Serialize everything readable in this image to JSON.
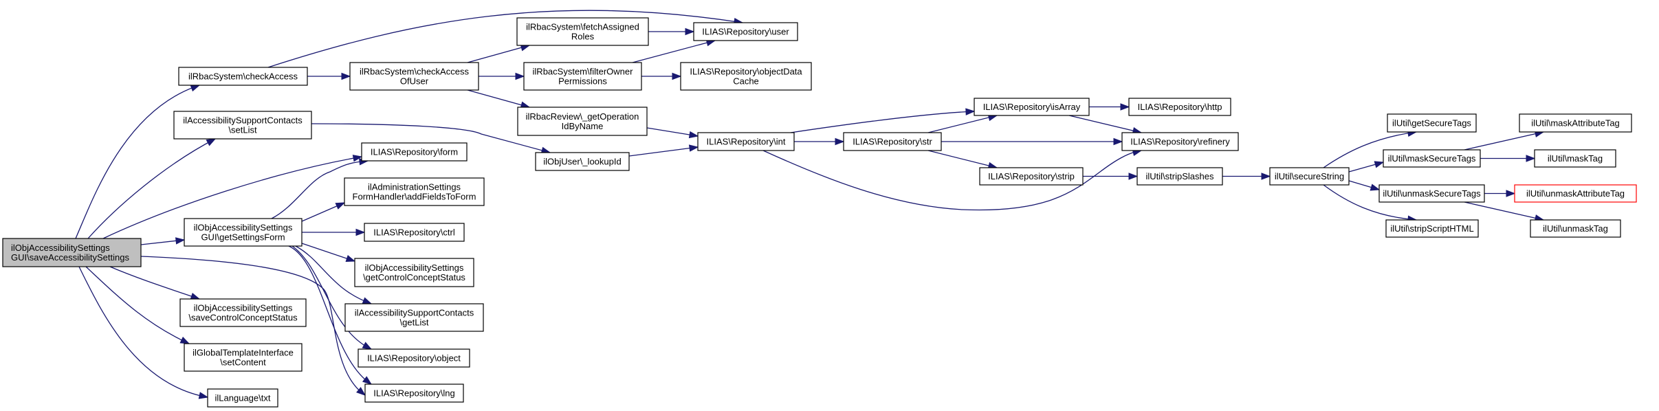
{
  "colors": {
    "edge": "#191970",
    "node_border": "#000000",
    "root_fill": "#bfbfbf",
    "missing_border": "#ff0000",
    "background": "#ffffff"
  },
  "nodes": [
    {
      "id": "root",
      "lines": [
        "ilObjAccessibilitySettings",
        "GUI\\saveAccessibilitySettings"
      ],
      "kind": "root",
      "align": "left"
    },
    {
      "id": "checkAccess",
      "lines": [
        "ilRbacSystem\\checkAccess"
      ]
    },
    {
      "id": "setList",
      "lines": [
        "ilAccessibilitySupportContacts",
        "\\setList"
      ]
    },
    {
      "id": "getSettingsForm",
      "lines": [
        "ilObjAccessibilitySettings",
        "GUI\\getSettingsForm"
      ]
    },
    {
      "id": "saveControlConceptStatus",
      "lines": [
        "ilObjAccessibilitySettings",
        "\\saveControlConceptStatus"
      ]
    },
    {
      "id": "setContent",
      "lines": [
        "ilGlobalTemplateInterface",
        "\\setContent"
      ]
    },
    {
      "id": "txt",
      "lines": [
        "ilLanguage\\txt"
      ]
    },
    {
      "id": "checkAccessOfUser",
      "lines": [
        "ilRbacSystem\\checkAccess",
        "OfUser"
      ]
    },
    {
      "id": "fetchAssignedRoles",
      "lines": [
        "ilRbacSystem\\fetchAssigned",
        "Roles"
      ]
    },
    {
      "id": "filterOwnerPermissions",
      "lines": [
        "ilRbacSystem\\filterOwner",
        "Permissions"
      ]
    },
    {
      "id": "getOperationIdByName",
      "lines": [
        "ilRbacReview\\_getOperation",
        "IdByName"
      ]
    },
    {
      "id": "lookupId",
      "lines": [
        "ilObjUser\\_lookupId"
      ]
    },
    {
      "id": "form",
      "lines": [
        "ILIAS\\Repository\\form"
      ]
    },
    {
      "id": "addFieldsToForm",
      "lines": [
        "ilAdministrationSettings",
        "FormHandler\\addFieldsToForm"
      ]
    },
    {
      "id": "ctrl",
      "lines": [
        "ILIAS\\Repository\\ctrl"
      ]
    },
    {
      "id": "getControlConceptStatus",
      "lines": [
        "ilObjAccessibilitySettings",
        "\\getControlConceptStatus"
      ]
    },
    {
      "id": "getList",
      "lines": [
        "ilAccessibilitySupportContacts",
        "\\getList"
      ]
    },
    {
      "id": "object",
      "lines": [
        "ILIAS\\Repository\\object"
      ]
    },
    {
      "id": "lng",
      "lines": [
        "ILIAS\\Repository\\lng"
      ]
    },
    {
      "id": "user",
      "lines": [
        "ILIAS\\Repository\\user"
      ]
    },
    {
      "id": "objectDataCache",
      "lines": [
        "ILIAS\\Repository\\objectData",
        "Cache"
      ]
    },
    {
      "id": "int",
      "lines": [
        "ILIAS\\Repository\\int"
      ]
    },
    {
      "id": "str",
      "lines": [
        "ILIAS\\Repository\\str"
      ]
    },
    {
      "id": "isArray",
      "lines": [
        "ILIAS\\Repository\\isArray"
      ]
    },
    {
      "id": "http",
      "lines": [
        "ILIAS\\Repository\\http"
      ]
    },
    {
      "id": "refinery",
      "lines": [
        "ILIAS\\Repository\\refinery"
      ]
    },
    {
      "id": "strip",
      "lines": [
        "ILIAS\\Repository\\strip"
      ]
    },
    {
      "id": "stripSlashes",
      "lines": [
        "ilUtil\\stripSlashes"
      ]
    },
    {
      "id": "secureString",
      "lines": [
        "ilUtil\\secureString"
      ]
    },
    {
      "id": "getSecureTags",
      "lines": [
        "ilUtil\\getSecureTags"
      ]
    },
    {
      "id": "maskSecureTags",
      "lines": [
        "ilUtil\\maskSecureTags"
      ]
    },
    {
      "id": "unmaskSecureTags",
      "lines": [
        "ilUtil\\unmaskSecureTags"
      ]
    },
    {
      "id": "stripScriptHTML",
      "lines": [
        "ilUtil\\stripScriptHTML"
      ]
    },
    {
      "id": "maskAttributeTag",
      "lines": [
        "ilUtil\\maskAttributeTag"
      ]
    },
    {
      "id": "maskTag",
      "lines": [
        "ilUtil\\maskTag"
      ]
    },
    {
      "id": "unmaskAttributeTag",
      "lines": [
        "ilUtil\\unmaskAttributeTag"
      ],
      "kind": "missing"
    },
    {
      "id": "unmaskTag",
      "lines": [
        "ilUtil\\unmaskTag"
      ]
    }
  ],
  "edges": [
    [
      "root",
      "checkAccess"
    ],
    [
      "root",
      "setList"
    ],
    [
      "root",
      "form"
    ],
    [
      "root",
      "getSettingsForm"
    ],
    [
      "root",
      "lng"
    ],
    [
      "root",
      "saveControlConceptStatus"
    ],
    [
      "root",
      "setContent"
    ],
    [
      "root",
      "txt"
    ],
    [
      "checkAccess",
      "checkAccessOfUser"
    ],
    [
      "checkAccess",
      "user"
    ],
    [
      "checkAccessOfUser",
      "fetchAssignedRoles"
    ],
    [
      "checkAccessOfUser",
      "filterOwnerPermissions"
    ],
    [
      "checkAccessOfUser",
      "getOperationIdByName"
    ],
    [
      "fetchAssignedRoles",
      "user"
    ],
    [
      "filterOwnerPermissions",
      "user"
    ],
    [
      "filterOwnerPermissions",
      "objectDataCache"
    ],
    [
      "getOperationIdByName",
      "int"
    ],
    [
      "setList",
      "lookupId"
    ],
    [
      "lookupId",
      "int"
    ],
    [
      "getSettingsForm",
      "form"
    ],
    [
      "getSettingsForm",
      "addFieldsToForm"
    ],
    [
      "getSettingsForm",
      "ctrl"
    ],
    [
      "getSettingsForm",
      "getControlConceptStatus"
    ],
    [
      "getSettingsForm",
      "getList"
    ],
    [
      "getSettingsForm",
      "object"
    ],
    [
      "getSettingsForm",
      "lng"
    ],
    [
      "int",
      "isArray"
    ],
    [
      "int",
      "str"
    ],
    [
      "int",
      "refinery"
    ],
    [
      "str",
      "isArray"
    ],
    [
      "str",
      "refinery"
    ],
    [
      "str",
      "strip"
    ],
    [
      "isArray",
      "http"
    ],
    [
      "isArray",
      "refinery"
    ],
    [
      "strip",
      "stripSlashes"
    ],
    [
      "stripSlashes",
      "secureString"
    ],
    [
      "secureString",
      "getSecureTags"
    ],
    [
      "secureString",
      "maskSecureTags"
    ],
    [
      "secureString",
      "unmaskSecureTags"
    ],
    [
      "secureString",
      "stripScriptHTML"
    ],
    [
      "maskSecureTags",
      "maskAttributeTag"
    ],
    [
      "maskSecureTags",
      "maskTag"
    ],
    [
      "unmaskSecureTags",
      "unmaskAttributeTag"
    ],
    [
      "unmaskSecureTags",
      "unmaskTag"
    ]
  ]
}
